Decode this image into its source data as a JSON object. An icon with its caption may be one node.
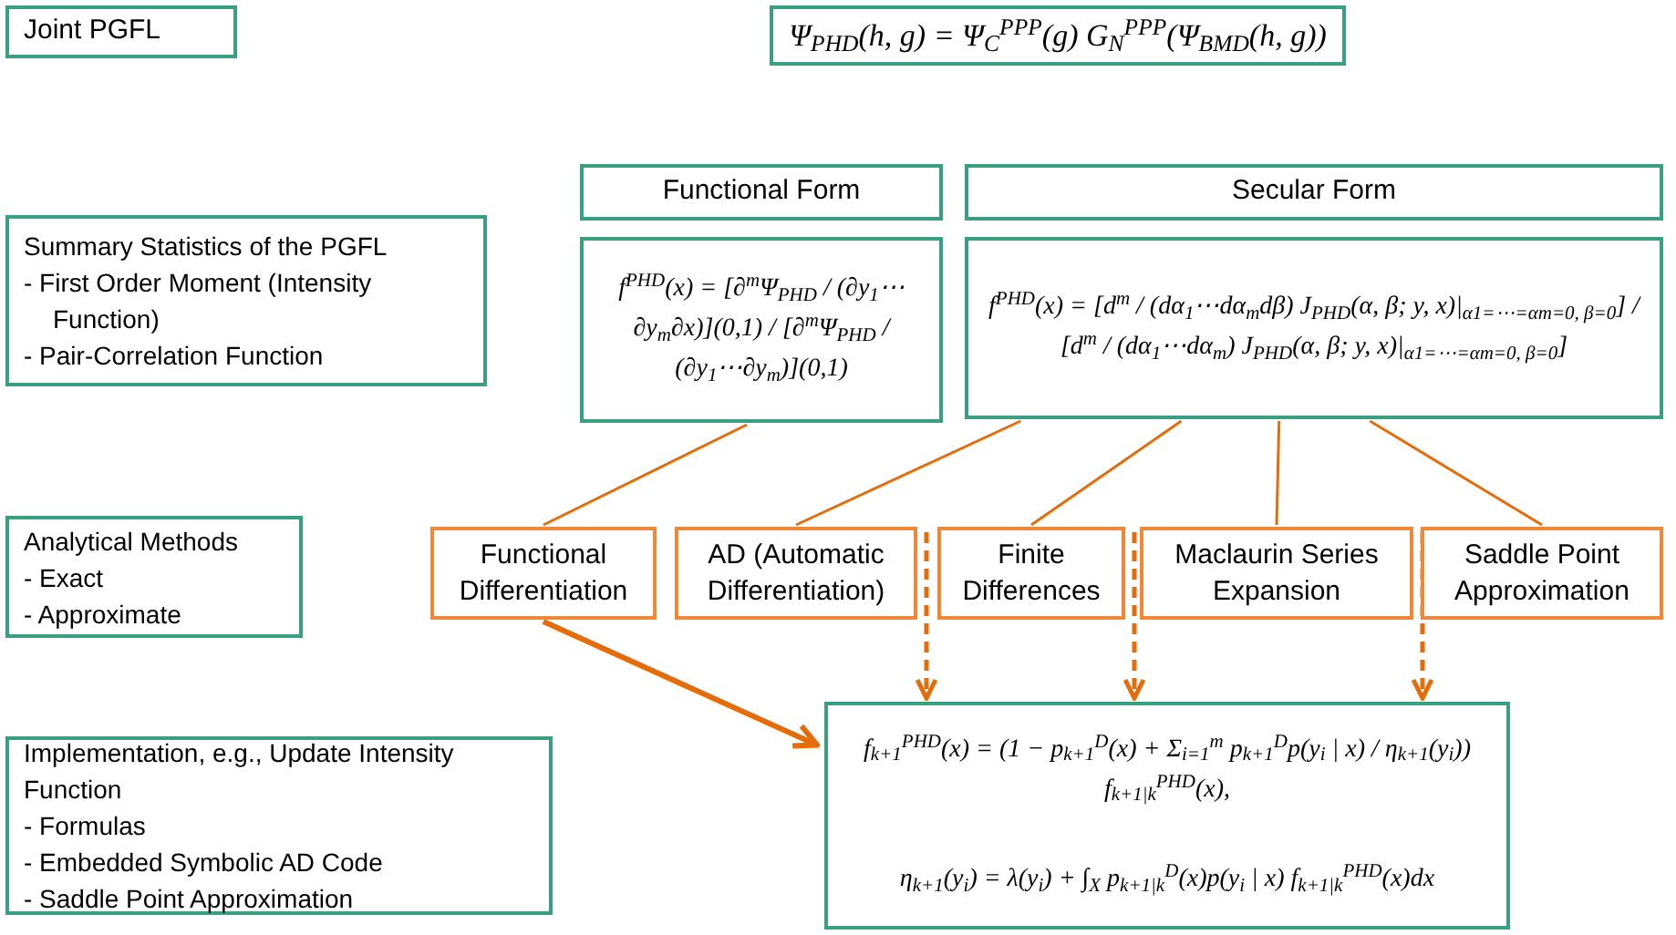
{
  "diagram": {
    "nodes": [
      {
        "text": [
          "Joint PGFL"
        ]
      },
      {
        "text": [
          "Ψ$_{PHD}$(h, g) = Ψ$_{C}$$^{PPP}$(g) G$_{N}$$^{PPP}$(Ψ$_{BMD}$(h, g))"
        ]
      },
      {
        "text": [
          "Functional Form"
        ]
      },
      {
        "text": [
          "Secular Form"
        ]
      },
      {
        "text": [
          "Summary Statistics of the PGFL",
          "- First Order Moment (Intensity Function)",
          "- Pair-Correlation Function"
        ]
      },
      {
        "text": [
          "f$^{PHD}$(x) = [∂$^{m}$Ψ$_{PHD}$ / (∂y$_{1}$⋯∂y$_{m}$∂x)](0,1) / [∂$^{m}$Ψ$_{PHD}$ / (∂y$_{1}$⋯∂y$_{m}$)](0,1)"
        ]
      },
      {
        "text": [
          "f$^{PHD}$(x) = [d$^{m}$ / (dα$_{1}$⋯dα$_{m}$dβ) J$_{PHD}$(α, β; y, x)|$_{α1=⋯=αm=0, β=0}$] / [d$^{m}$ / (dα$_{1}$⋯dα$_{m}$) J$_{PHD}$(α, β; y, x)|$_{α1=⋯=αm=0, β=0}$]"
        ]
      },
      {
        "text": [
          "Analytical Methods",
          "- Exact",
          "- Approximate"
        ]
      },
      {
        "text": [
          "Functional Differentiation"
        ]
      },
      {
        "text": [
          "AD (Automatic Differentiation)"
        ]
      },
      {
        "text": [
          "Finite Differences"
        ]
      },
      {
        "text": [
          "Maclaurin Series Expansion"
        ]
      },
      {
        "text": [
          "Saddle Point Approximation"
        ]
      },
      {
        "text": [
          "Implementation, e.g., Update Intensity Function",
          "- Formulas",
          "- Embedded Symbolic AD Code",
          "- Saddle Point Approximation"
        ]
      },
      {
        "text": [
          "f$_{k+1}$$^{PHD}$(x) = (1 − p$_{k+1}$$^{D}$(x) + Σ$_{i=1}$$^{m}$ p$_{k+1}$$^{D}$p(y$_{i}$ | x) / η$_{k+1}$(y$_{i}$)) f$_{k+1|k}$$^{PHD}$(x),",
          "η$_{k+1}$(y$_{i}$) = λ(y$_{i}$) + ∫$_{X}$ p$_{k+1|k}$$^{D}$(x)p(y$_{i}$ | x) f$_{k+1|k}$$^{PHD}$(x)dx"
        ]
      }
    ],
    "edges": [
      {
        "from": 5,
        "to": 8,
        "arrow": "none"
      },
      {
        "from": 6,
        "to": 9,
        "arrow": "none"
      },
      {
        "from": 6,
        "to": 10,
        "arrow": "none"
      },
      {
        "from": 6,
        "to": 11,
        "arrow": "none"
      },
      {
        "from": 6,
        "to": 12,
        "arrow": "none"
      },
      {
        "from": 8,
        "to": 14,
        "arrow": "to",
        "style": "thick"
      },
      {
        "from": 9,
        "to": 14,
        "arrow": "to",
        "style": "dashed"
      },
      {
        "from": 10,
        "to": 14,
        "arrow": "to",
        "style": "dashed"
      },
      {
        "from": 11,
        "to": 14,
        "arrow": "to",
        "style": "dashed"
      }
    ]
  }
}
